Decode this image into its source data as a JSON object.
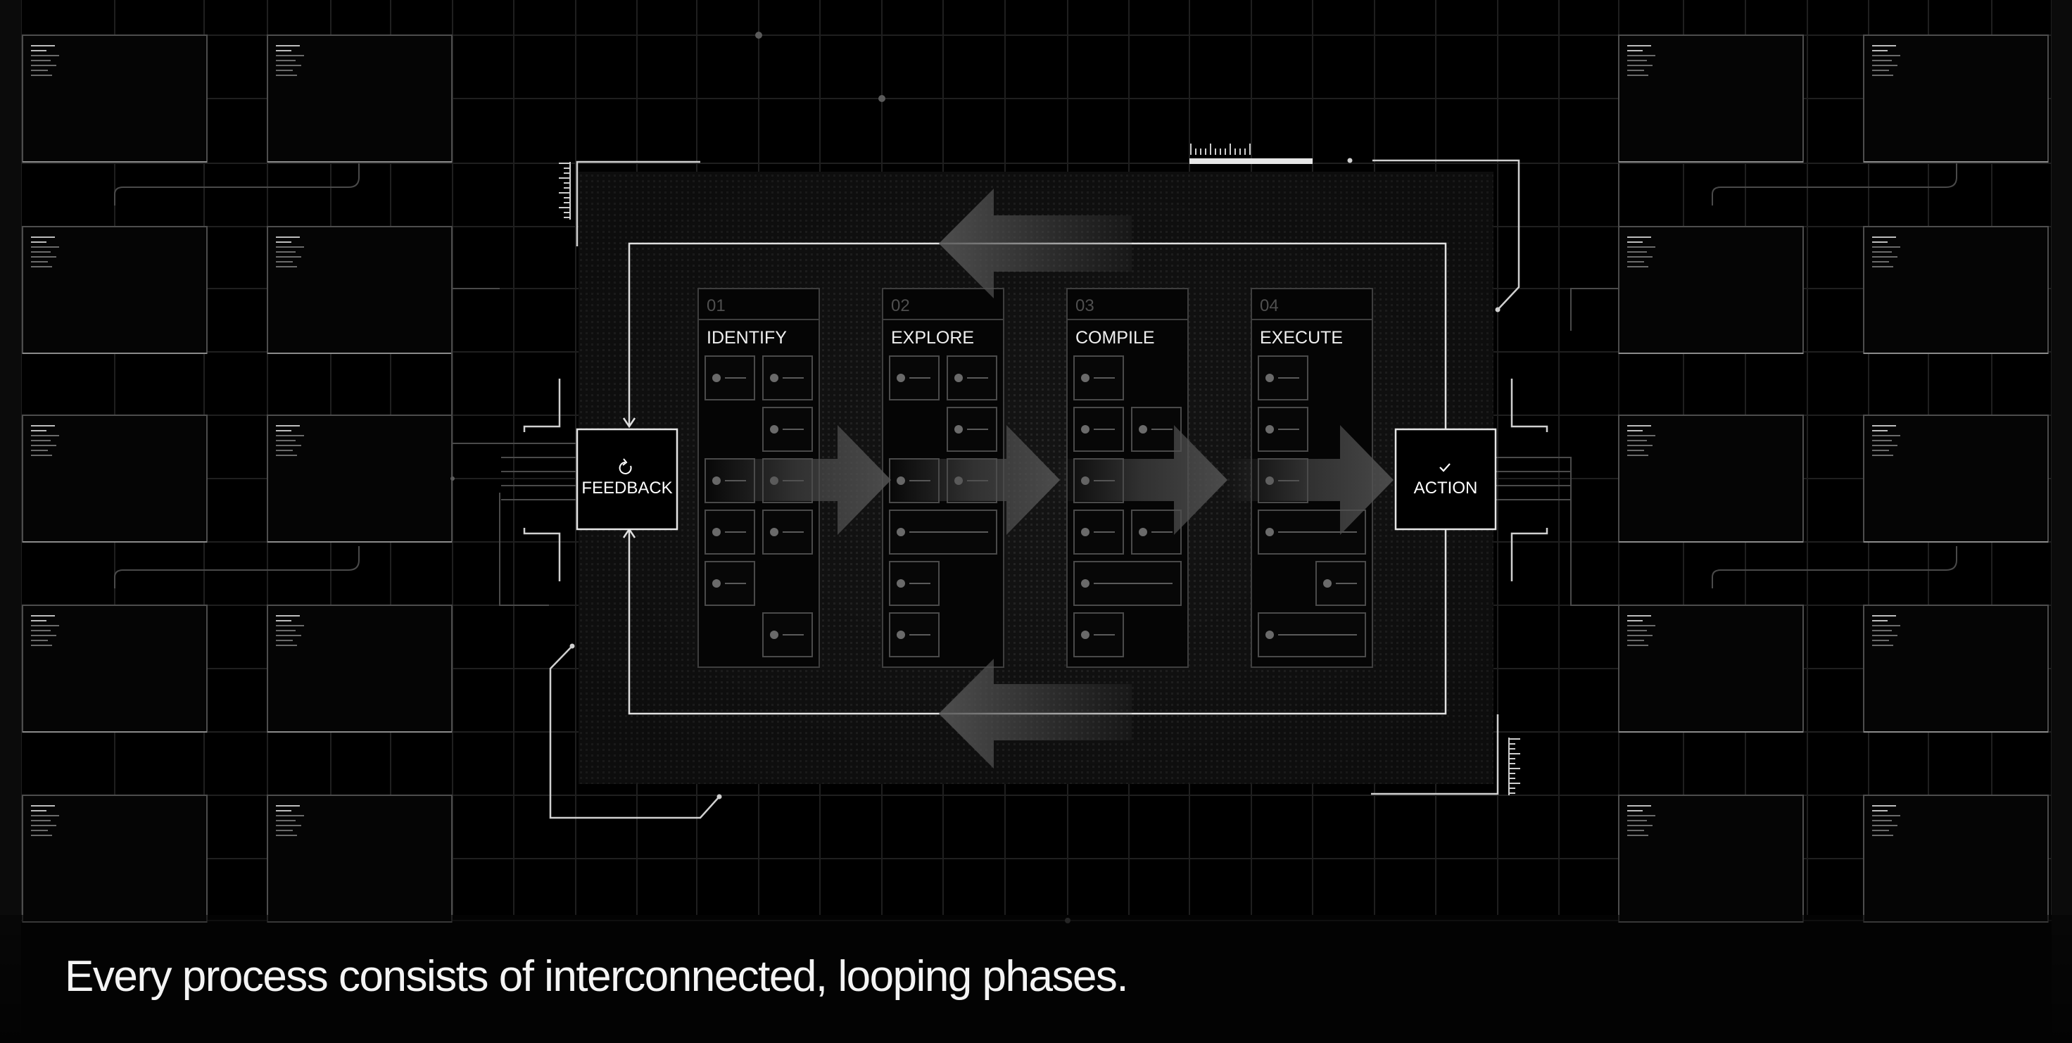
{
  "caption": "Every process consists of interconnected, looping phases.",
  "feedback": {
    "label": "FEEDBACK",
    "icon": "refresh-icon"
  },
  "action": {
    "label": "ACTION",
    "icon": "check-icon"
  },
  "phases": [
    {
      "number": "01",
      "name": "IDENTIFY",
      "cards": [
        [
          0,
          0,
          1
        ],
        [
          1,
          0,
          1
        ],
        [
          1,
          1,
          1
        ],
        [
          0,
          2,
          1
        ],
        [
          1,
          2,
          1
        ],
        [
          0,
          3,
          1
        ],
        [
          1,
          3,
          1
        ],
        [
          0,
          4,
          1
        ],
        [
          1,
          5,
          1
        ]
      ]
    },
    {
      "number": "02",
      "name": "EXPLORE",
      "cards": [
        [
          0,
          0,
          1
        ],
        [
          1,
          0,
          1
        ],
        [
          1,
          1,
          1
        ],
        [
          0,
          2,
          1
        ],
        [
          1,
          2,
          1
        ],
        [
          0,
          3,
          2
        ],
        [
          0,
          4,
          1
        ],
        [
          0,
          5,
          1
        ]
      ]
    },
    {
      "number": "03",
      "name": "COMPILE",
      "cards": [
        [
          0,
          0,
          1
        ],
        [
          0,
          1,
          1
        ],
        [
          1,
          1,
          1
        ],
        [
          0,
          2,
          1
        ],
        [
          0,
          3,
          1
        ],
        [
          1,
          3,
          1
        ],
        [
          0,
          4,
          2
        ],
        [
          0,
          5,
          1
        ]
      ]
    },
    {
      "number": "04",
      "name": "EXECUTE",
      "cards": [
        [
          0,
          0,
          1
        ],
        [
          0,
          1,
          1
        ],
        [
          0,
          2,
          1
        ],
        [
          0,
          3,
          2
        ],
        [
          1,
          4,
          1
        ],
        [
          0,
          5,
          2
        ]
      ]
    }
  ],
  "colors": {
    "background": "#000000",
    "line": "#5a5a5a",
    "bright": "#e6e6e6",
    "arrow": "#3a3a3a"
  }
}
